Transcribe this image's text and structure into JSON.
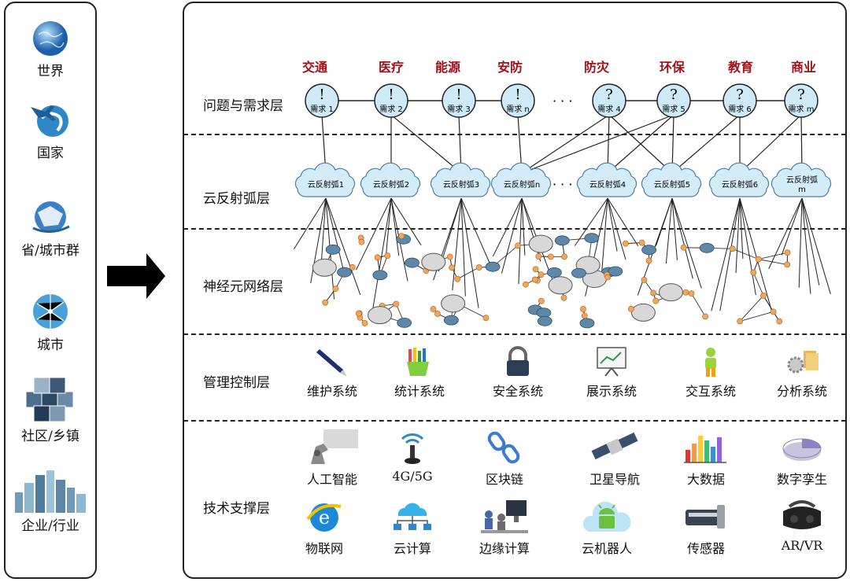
{
  "scales": [
    {
      "label": "世界",
      "icon": "globe-icon"
    },
    {
      "label": "国家",
      "icon": "globe-plane-icon"
    },
    {
      "label": "省/城市群",
      "icon": "globe-map-icon"
    },
    {
      "label": "城市",
      "icon": "globe-network-icon"
    },
    {
      "label": "社区/乡镇",
      "icon": "cube-cluster-icon"
    },
    {
      "label": "企业/行业",
      "icon": "city-skyline-icon"
    }
  ],
  "layers": {
    "demand": "问题与需求层",
    "reflex": "云反射弧层",
    "neuron": "神经元网络层",
    "control": "管理控制层",
    "tech": "技术支撑层"
  },
  "domains": [
    "交通",
    "医疗",
    "能源",
    "安防",
    "防灾",
    "环保",
    "教育",
    "商业"
  ],
  "needs": [
    {
      "symbol": "!",
      "label": "需求 1"
    },
    {
      "symbol": "!",
      "label": "需求 2"
    },
    {
      "symbol": "!",
      "label": "需求 3"
    },
    {
      "symbol": "!",
      "label": "需求 n"
    },
    {
      "symbol": "?",
      "label": "需求 4"
    },
    {
      "symbol": "?",
      "label": "需求 5"
    },
    {
      "symbol": "?",
      "label": "需求 6"
    },
    {
      "symbol": "?",
      "label": "需求 m"
    }
  ],
  "ellipsis": "· · ·",
  "reflex_arcs": [
    "云反射弧1",
    "云反射弧2",
    "云反射弧3",
    "云反射弧n",
    "云反射弧4",
    "云反射弧5",
    "云反射弧6",
    "云反射弧 m"
  ],
  "control_systems": [
    {
      "label": "维护系统",
      "icon": "pen-icon"
    },
    {
      "label": "统计系统",
      "icon": "pencil-cup-icon"
    },
    {
      "label": "安全系统",
      "icon": "padlock-icon"
    },
    {
      "label": "展示系统",
      "icon": "presentation-board-icon"
    },
    {
      "label": "交互系统",
      "icon": "person-icon"
    },
    {
      "label": "分析系统",
      "icon": "gears-analysis-icon"
    }
  ],
  "technologies": [
    {
      "label": "人工智能",
      "icon": "robot-hand-icon"
    },
    {
      "label": "4G/5G",
      "icon": "antenna-icon"
    },
    {
      "label": "区块链",
      "icon": "chain-icon"
    },
    {
      "label": "卫星导航",
      "icon": "satellite-icon"
    },
    {
      "label": "大数据",
      "icon": "bar-chart-icon"
    },
    {
      "label": "数字孪生",
      "icon": "pie-disc-icon"
    },
    {
      "label": "物联网",
      "icon": "ie-globe-icon"
    },
    {
      "label": "云计算",
      "icon": "cloud-network-icon"
    },
    {
      "label": "边缘计算",
      "icon": "edge-computer-icon"
    },
    {
      "label": "云机器人",
      "icon": "android-cloud-icon"
    },
    {
      "label": "传感器",
      "icon": "sensor-device-icon"
    },
    {
      "label": "AR/VR",
      "icon": "vr-headset-icon"
    }
  ],
  "colors": {
    "domain_text": "#a40e16",
    "need_fill": "#cfeaf7",
    "cloud_fill": "#d4ecf8",
    "node_orange": "#f2a65a",
    "node_grey": "#d8d8d8",
    "node_blue": "#5f88a8"
  }
}
